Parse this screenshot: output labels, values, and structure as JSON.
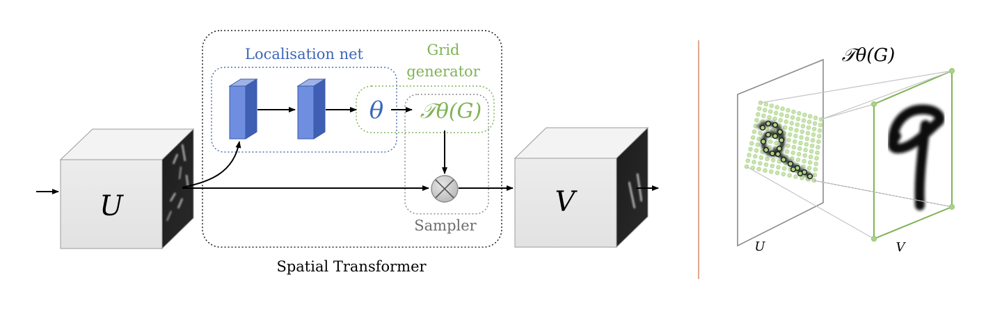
{
  "diagram": {
    "input_cube_label": "U",
    "output_cube_label": "V",
    "localisation_net_label": "Localisation net",
    "grid_generator_label_line1": "Grid",
    "grid_generator_label_line2": "generator",
    "theta_symbol": "θ",
    "transform_label": "𝒯θ(G)",
    "sampler_label": "Sampler",
    "module_caption": "Spatial Transformer"
  },
  "illustration": {
    "title": "𝒯θ(G)",
    "input_plane_label": "U",
    "output_plane_label": "V"
  },
  "colors": {
    "localisation_blue": "#4a6fb5",
    "grid_green": "#7fb356",
    "sampler_gray": "#7a7a7a",
    "divider": "#d9937a",
    "layer_fill": "#6f8ee0"
  }
}
